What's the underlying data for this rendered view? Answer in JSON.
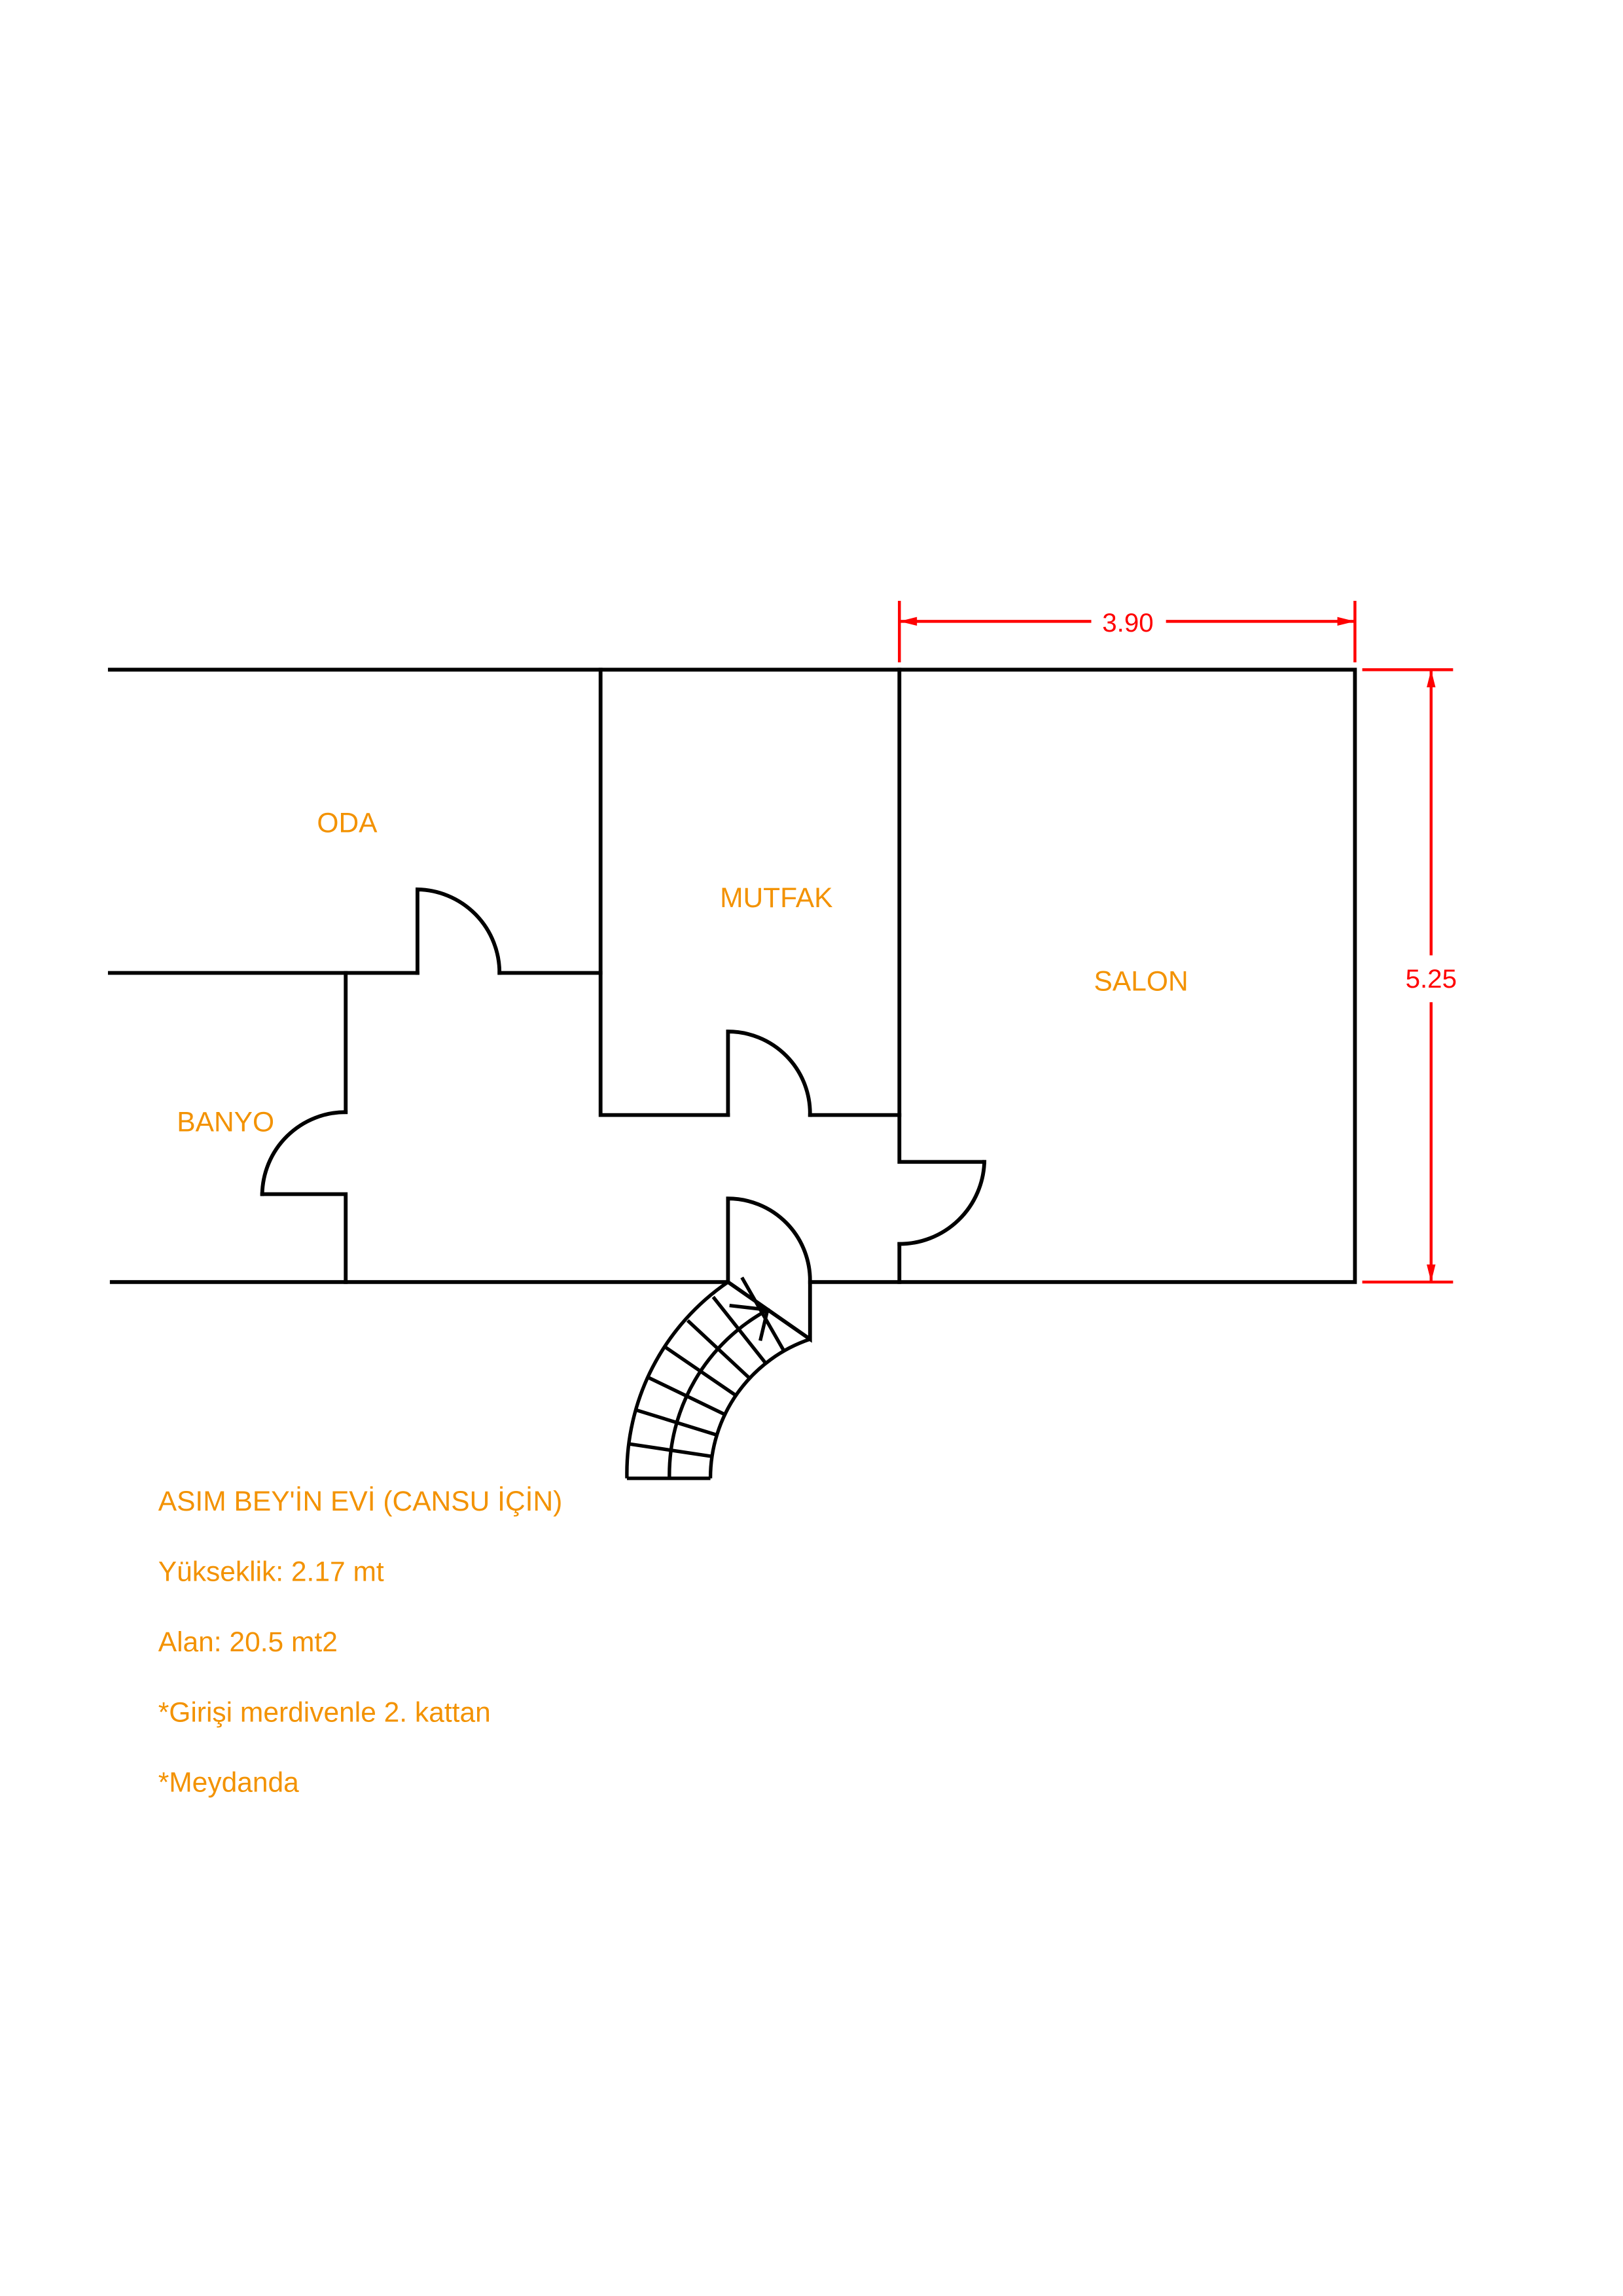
{
  "rooms": {
    "oda": "ODA",
    "mutfak": "MUTFAK",
    "salon": "SALON",
    "banyo": "BANYO"
  },
  "dimensions": {
    "width": "3.90",
    "height": "5.25"
  },
  "notes": [
    "ASIM BEY'İN EVİ (CANSU İÇİN)",
    "Yükseklik: 2.17 mt",
    "Alan: 20.5 mt2",
    "*Girişi merdivenle 2. kattan",
    "*Meydanda"
  ],
  "stairs": {
    "tread_count": 7
  },
  "colors": {
    "walls": "#000000",
    "labels": "#f39200",
    "dimensions": "#ff0000"
  }
}
